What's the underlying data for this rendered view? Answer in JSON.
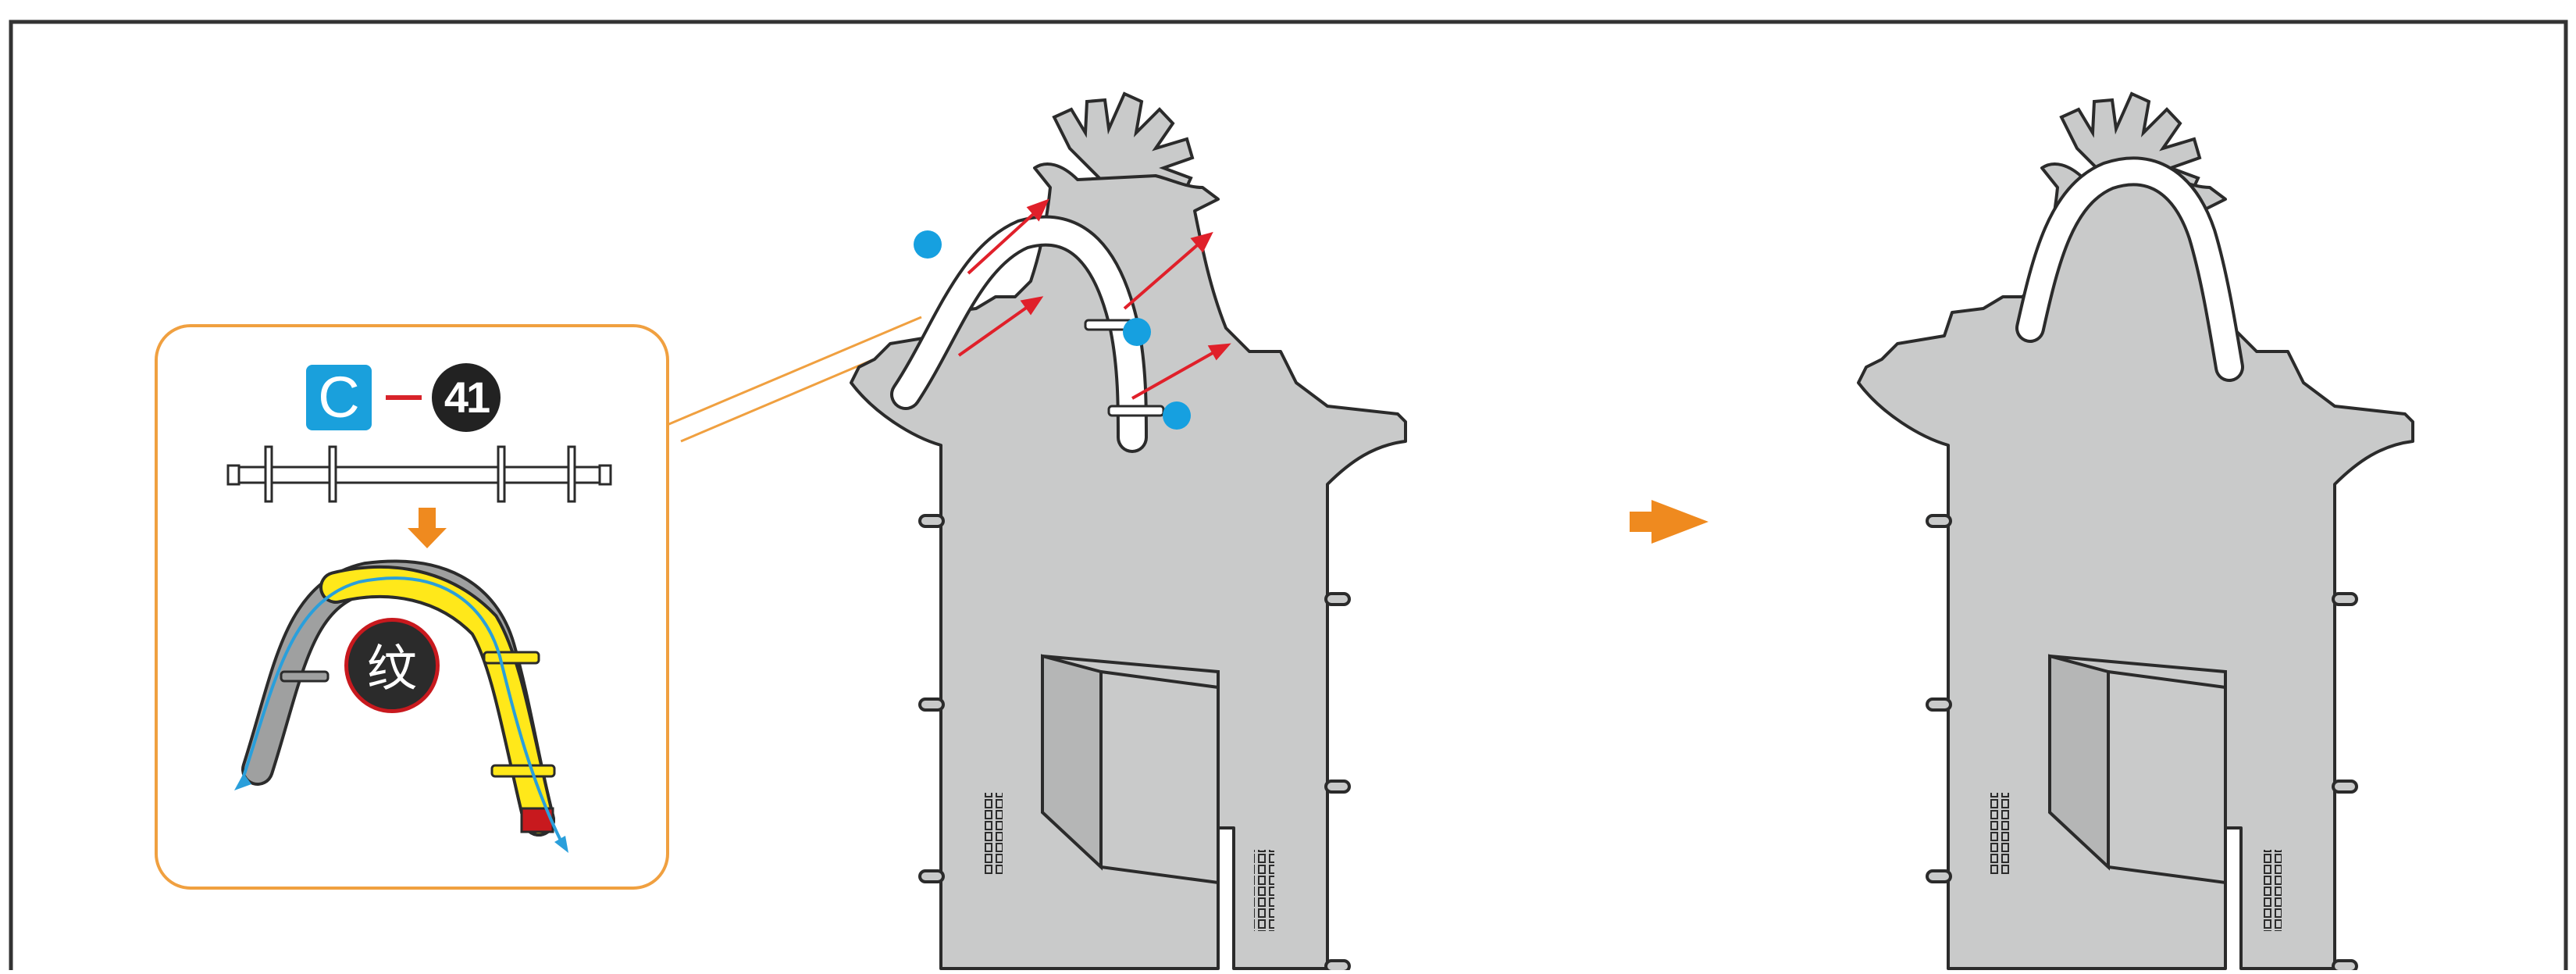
{
  "callout": {
    "part_letter": "C",
    "part_number": "41",
    "pattern_label": "纹"
  },
  "colors": {
    "frame_border": "#333333",
    "callout_border": "#f0a040",
    "leader_line": "#f0a040",
    "part_letter_badge": "#1aa0dc",
    "dash": "#d8232a",
    "number_badge": "#222222",
    "step_arrow": "#ef8a1f",
    "cardboard": "#c9caca",
    "outline": "#2b2b2b",
    "ribbon_yellow": "#ffe81a",
    "ribbon_gray": "#9fa0a0",
    "direction_arrow": "#2a9fdb",
    "align_arrow": "#e0202a",
    "marker_dot": "#16a0e0",
    "pattern_badge_ring": "#c8191e"
  },
  "icons": {
    "step_arrow": "right-arrow-icon",
    "fold_arrow": "down-arrow-icon",
    "marker": "dot-icon"
  }
}
